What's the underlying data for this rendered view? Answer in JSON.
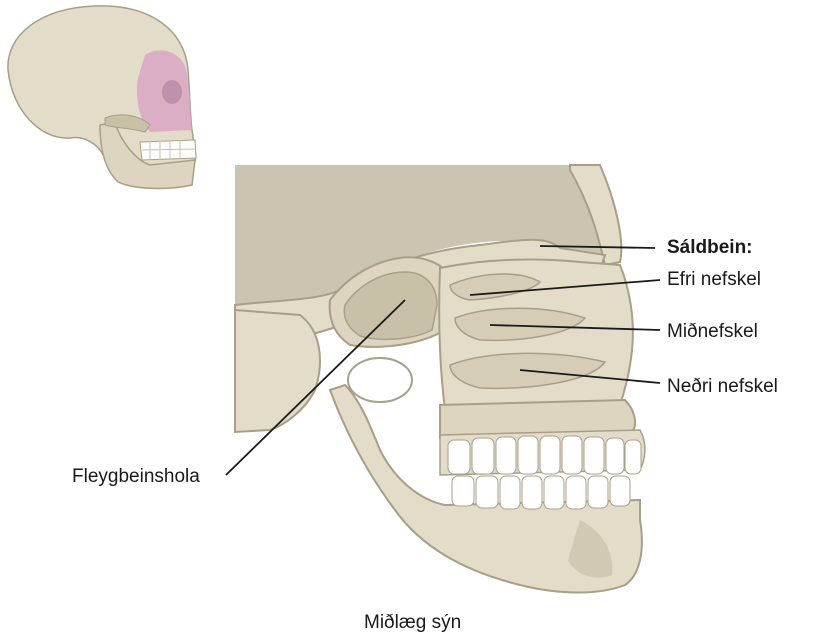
{
  "labels": {
    "ethmoid": "Sáldbein:",
    "superior_concha": "Efri nefskel",
    "middle_concha": "Miðnefskel",
    "inferior_concha": "Neðri nefskel",
    "sphenoid_sinus": "Fleygbeinshola"
  },
  "caption": "Miðlæg sýn",
  "colors": {
    "bone": "#e3dcc9",
    "bone_shadow": "#c9c0a8",
    "bone_dark": "#a89f88",
    "highlight": "#d9a6c4",
    "background_panel": "#cbc4b1",
    "tooth": "#ffffff",
    "line": "#1a1a1a"
  }
}
